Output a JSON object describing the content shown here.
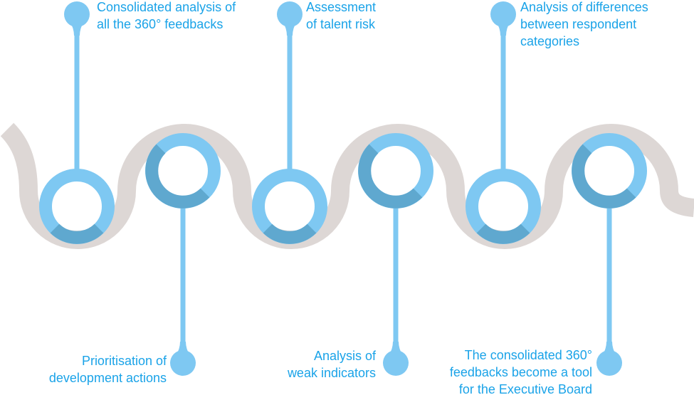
{
  "colors": {
    "track": "#ddd7d5",
    "ring_light": "#7ec8f2",
    "ring_dark": "#5fa8cf",
    "connector": "#7ec8f2",
    "text": "#1aa3e8"
  },
  "steps": [
    {
      "lines": [
        "Consolidated analysis of",
        "all the 360° feedbacks"
      ]
    },
    {
      "lines": [
        "Prioritisation of",
        "development actions"
      ]
    },
    {
      "lines": [
        "Assessment",
        "of talent risk"
      ]
    },
    {
      "lines": [
        "Analysis of",
        "weak indicators"
      ]
    },
    {
      "lines": [
        "Analysis of differences",
        "between respondent",
        "categories"
      ]
    },
    {
      "lines": [
        "The consolidated 360°",
        "feedbacks become a tool",
        "for the Executive Board"
      ]
    }
  ]
}
